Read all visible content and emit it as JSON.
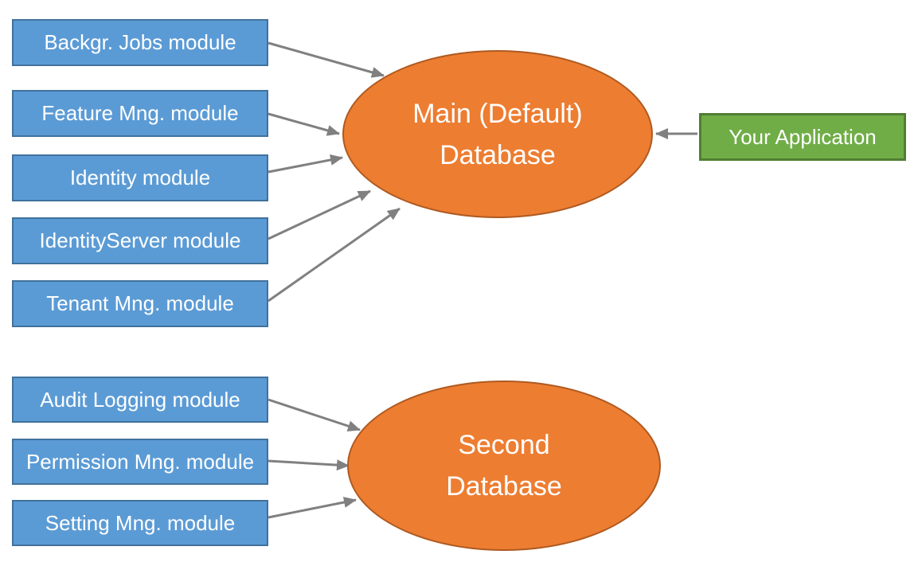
{
  "nodes": {
    "main_modules": [
      "Backgr. Jobs module",
      "Feature Mng. module",
      "Identity module",
      "IdentityServer module",
      "Tenant Mng. module"
    ],
    "second_modules": [
      "Audit Logging module",
      "Permission Mng. module",
      "Setting Mng. module"
    ],
    "main_database": {
      "lines": [
        "Main (Default)",
        "Database"
      ]
    },
    "second_database": {
      "lines": [
        "Second",
        "Database"
      ]
    },
    "your_application": {
      "label": "Your Application"
    }
  },
  "colors": {
    "module_fill": "#5b9bd5",
    "module_border": "#41719c",
    "database_fill": "#ed7d31",
    "database_border": "#ae5a21",
    "application_fill": "#70ad47",
    "application_border": "#507e32",
    "arrow": "#808080",
    "label_text": "#ffffff"
  }
}
